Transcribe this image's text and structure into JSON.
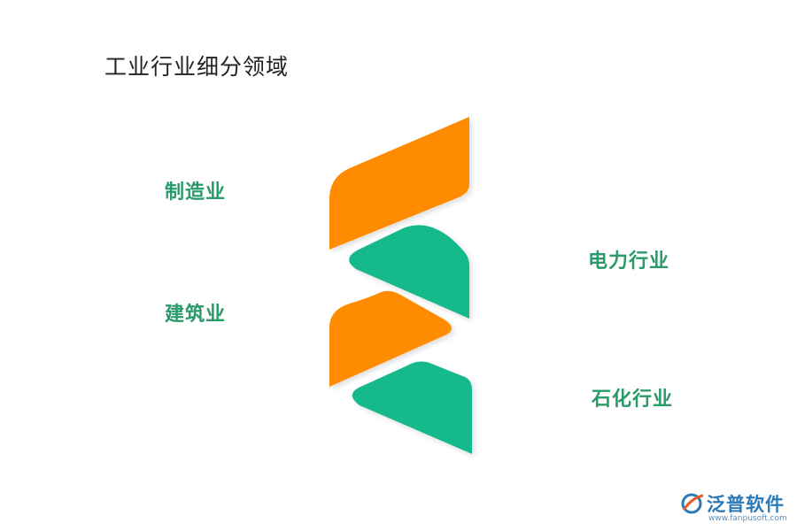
{
  "title": "工业行业细分领域",
  "segments": [
    {
      "label": "制造业",
      "color": "#ff8c00"
    },
    {
      "label": "电力行业",
      "color": "#14b98c"
    },
    {
      "label": "建筑业",
      "color": "#ff8c00"
    },
    {
      "label": "石化行业",
      "color": "#14b98c"
    }
  ],
  "label_color": "#2a9a6a",
  "logo": {
    "name": "泛普软件",
    "url": "www.fanpusoft.com",
    "icon": "fanpu-logo-icon"
  }
}
